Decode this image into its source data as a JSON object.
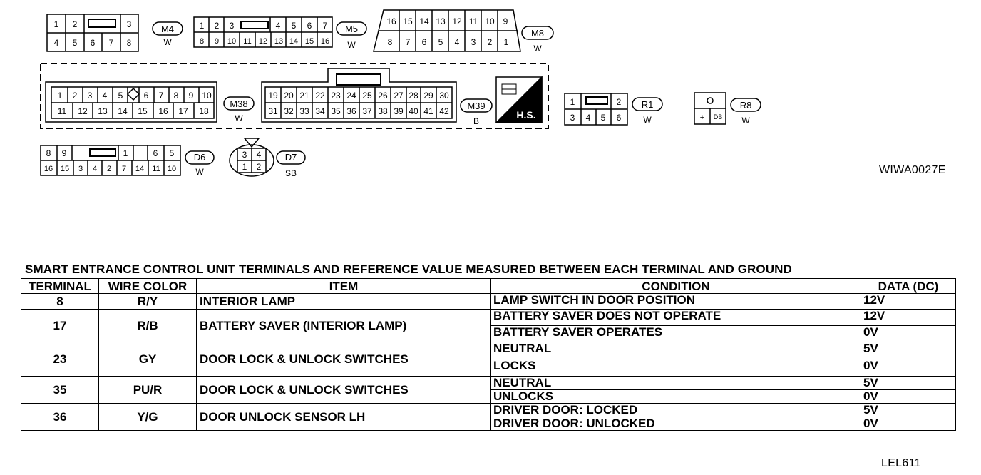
{
  "connectors": [
    {
      "id": "M4",
      "color": "W",
      "rows": [
        [
          "1",
          "2",
          "",
          "3"
        ],
        [
          "4",
          "5",
          "6",
          "7",
          "8"
        ]
      ]
    },
    {
      "id": "M5",
      "color": "W",
      "rows": [
        [
          "1",
          "2",
          "3",
          "",
          "4",
          "5",
          "6",
          "7"
        ],
        [
          "8",
          "9",
          "10",
          "11",
          "12",
          "13",
          "14",
          "15",
          "16"
        ]
      ]
    },
    {
      "id": "M8",
      "color": "W",
      "rows": [
        [
          "16",
          "15",
          "14",
          "13",
          "12",
          "11",
          "10",
          "9"
        ],
        [
          "8",
          "7",
          "6",
          "5",
          "4",
          "3",
          "2",
          "1"
        ]
      ]
    },
    {
      "id": "M38",
      "color": "W",
      "rows": [
        [
          "1",
          "2",
          "3",
          "4",
          "5",
          "6",
          "7",
          "8",
          "9",
          "10"
        ],
        [
          "11",
          "12",
          "13",
          "14",
          "15",
          "16",
          "17",
          "18"
        ]
      ]
    },
    {
      "id": "M39",
      "color": "B",
      "rows": [
        [
          "19",
          "20",
          "21",
          "22",
          "23",
          "24",
          "25",
          "26",
          "27",
          "28",
          "29",
          "30"
        ],
        [
          "31",
          "32",
          "33",
          "34",
          "35",
          "36",
          "37",
          "38",
          "39",
          "40",
          "41",
          "42"
        ]
      ]
    },
    {
      "id": "R1",
      "color": "W",
      "rows": [
        [
          "1",
          "",
          "2"
        ],
        [
          "3",
          "4",
          "5",
          "6"
        ]
      ]
    },
    {
      "id": "R8",
      "color": "W",
      "rows": [
        [
          "+",
          "DB"
        ]
      ]
    },
    {
      "id": "D6",
      "color": "W",
      "rows": [
        [
          "8",
          "9",
          "",
          "1",
          "6",
          "5"
        ],
        [
          "16",
          "15",
          "3",
          "4",
          "2",
          "7",
          "14",
          "11",
          "10"
        ]
      ]
    },
    {
      "id": "D7",
      "color": "SB",
      "rows": [
        [
          "3",
          "4"
        ],
        [
          "1",
          "2"
        ]
      ]
    }
  ],
  "hs_label": "H.S.",
  "figure_codes": {
    "top": "WIWA0027E",
    "bottom": "LEL611"
  },
  "table": {
    "title": "SMART ENTRANCE CONTROL UNIT TERMINALS AND REFERENCE VALUE MEASURED BETWEEN EACH TERMINAL AND GROUND",
    "headers": {
      "terminal": "TERMINAL",
      "wire_color": "WIRE COLOR",
      "item": "ITEM",
      "condition": "CONDITION",
      "data": "DATA (DC)"
    },
    "rows": [
      {
        "terminal": "8",
        "wire_color": "R/Y",
        "item": "INTERIOR LAMP",
        "conditions": [
          {
            "condition": "LAMP SWITCH IN DOOR POSITION",
            "data": "12V"
          }
        ]
      },
      {
        "terminal": "17",
        "wire_color": "R/B",
        "item": "BATTERY SAVER (INTERIOR LAMP)",
        "conditions": [
          {
            "condition": "BATTERY SAVER DOES NOT OPERATE",
            "data": "12V"
          },
          {
            "condition": "BATTERY SAVER OPERATES",
            "data": "0V"
          }
        ]
      },
      {
        "terminal": "23",
        "wire_color": "GY",
        "item": "DOOR LOCK & UNLOCK SWITCHES",
        "conditions": [
          {
            "condition": "NEUTRAL",
            "data": "5V"
          },
          {
            "condition": "LOCKS",
            "data": "0V"
          }
        ]
      },
      {
        "terminal": "35",
        "wire_color": "PU/R",
        "item": "DOOR LOCK & UNLOCK SWITCHES",
        "conditions": [
          {
            "condition": "NEUTRAL",
            "data": "5V"
          },
          {
            "condition": "UNLOCKS",
            "data": "0V"
          }
        ]
      },
      {
        "terminal": "36",
        "wire_color": "Y/G",
        "item": "DOOR UNLOCK SENSOR LH",
        "conditions": [
          {
            "condition": "DRIVER DOOR: LOCKED",
            "data": "5V"
          },
          {
            "condition": "DRIVER DOOR: UNLOCKED",
            "data": "0V"
          }
        ]
      }
    ]
  }
}
